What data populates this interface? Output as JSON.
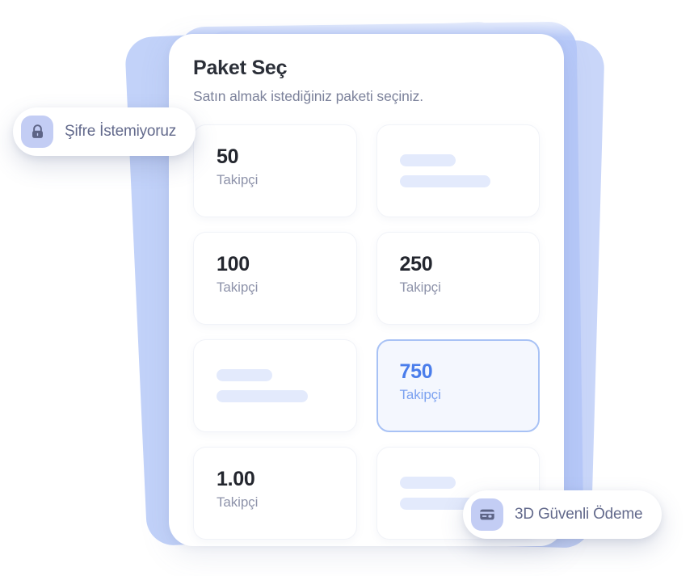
{
  "panel": {
    "title": "Paket Seç",
    "subtitle": "Satın almak istediğiniz paketi seçiniz."
  },
  "packages": [
    {
      "amount": "50",
      "unit": "Takipçi",
      "state": "normal",
      "selected": false
    },
    {
      "amount": "",
      "unit": "",
      "state": "loading",
      "selected": false
    },
    {
      "amount": "100",
      "unit": "Takipçi",
      "state": "normal",
      "selected": false
    },
    {
      "amount": "250",
      "unit": "Takipçi",
      "state": "normal",
      "selected": false
    },
    {
      "amount": "",
      "unit": "",
      "state": "loading",
      "selected": false
    },
    {
      "amount": "750",
      "unit": "Takipçi",
      "state": "normal",
      "selected": true
    },
    {
      "amount": "1.00",
      "unit": "Takipçi",
      "state": "normal",
      "selected": false
    },
    {
      "amount": "",
      "unit": "",
      "state": "loading",
      "selected": false
    }
  ],
  "badges": {
    "secure_password": {
      "label": "Şifre İstemiyoruz",
      "icon": "lock-icon"
    },
    "payment_3d": {
      "label": "3D Güvenli Ödeme",
      "icon": "credit-card-icon"
    }
  },
  "colors": {
    "accent_blue": "#4a7deb",
    "selected_border": "#a8c2f5",
    "selected_bg": "#f4f7fe",
    "skeleton_bar": "#e3eafc",
    "badge_icon_bg": "#c3cdf4",
    "badge_icon_fg": "#5d6486",
    "title_text": "#2b2f38",
    "muted_text": "#8e93aa",
    "stack_layer": "#b9cbf7"
  }
}
